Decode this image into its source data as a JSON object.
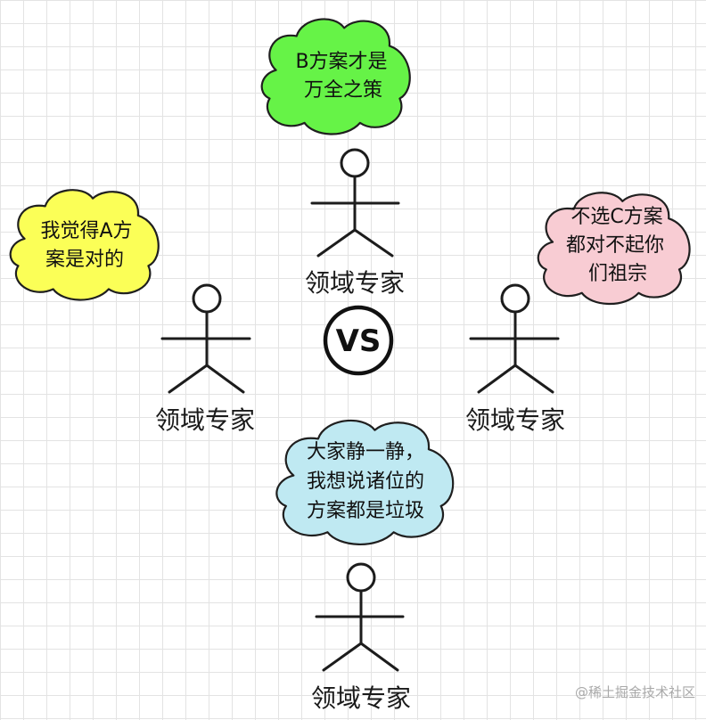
{
  "experts": [
    {
      "label": "领域专家",
      "bubble": {
        "lines": [
          "B方案才是",
          "万全之策"
        ],
        "fill": "#66f347"
      }
    },
    {
      "label": "领域专家",
      "bubble": {
        "lines": [
          "我觉得A方",
          "案是对的"
        ],
        "fill": "#fbff57"
      }
    },
    {
      "label": "领域专家",
      "bubble": {
        "lines": [
          "不选C方案",
          "都对不起你",
          "们祖宗"
        ],
        "fill": "#f8ccd3"
      }
    },
    {
      "label": "领域专家",
      "bubble": {
        "lines": [
          "大家静一静，",
          "我想说诸位的",
          "方案都是垃圾"
        ],
        "fill": "#bfe9f2"
      }
    }
  ],
  "vs_label": "VS",
  "watermark": "@稀土掘金技术社区"
}
